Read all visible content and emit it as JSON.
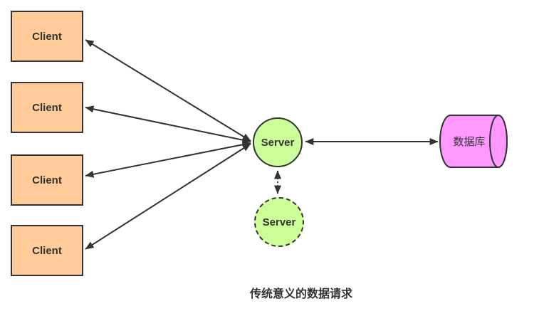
{
  "diagram": {
    "caption": "传统意义的数据请求",
    "clients": [
      {
        "label": "Client"
      },
      {
        "label": "Client"
      },
      {
        "label": "Client"
      },
      {
        "label": "Client"
      }
    ],
    "main_server": {
      "label": "Server"
    },
    "standby_server": {
      "label": "Server"
    },
    "database": {
      "label": "数据库"
    },
    "edges": [
      {
        "from": "client-1",
        "to": "main-server",
        "style": "solid",
        "arrows": "both"
      },
      {
        "from": "client-2",
        "to": "main-server",
        "style": "solid",
        "arrows": "both"
      },
      {
        "from": "client-3",
        "to": "main-server",
        "style": "solid",
        "arrows": "both"
      },
      {
        "from": "client-4",
        "to": "main-server",
        "style": "solid",
        "arrows": "both"
      },
      {
        "from": "main-server",
        "to": "database",
        "style": "solid",
        "arrows": "both"
      },
      {
        "from": "main-server",
        "to": "standby-server",
        "style": "dotted",
        "arrows": "both"
      }
    ],
    "colors": {
      "client_fill": "#FFCC99",
      "server_fill": "#CCFF99",
      "database_fill": "#FF99FF",
      "stroke": "#333333",
      "text": "#333333",
      "background": "#FFFFFF"
    }
  }
}
